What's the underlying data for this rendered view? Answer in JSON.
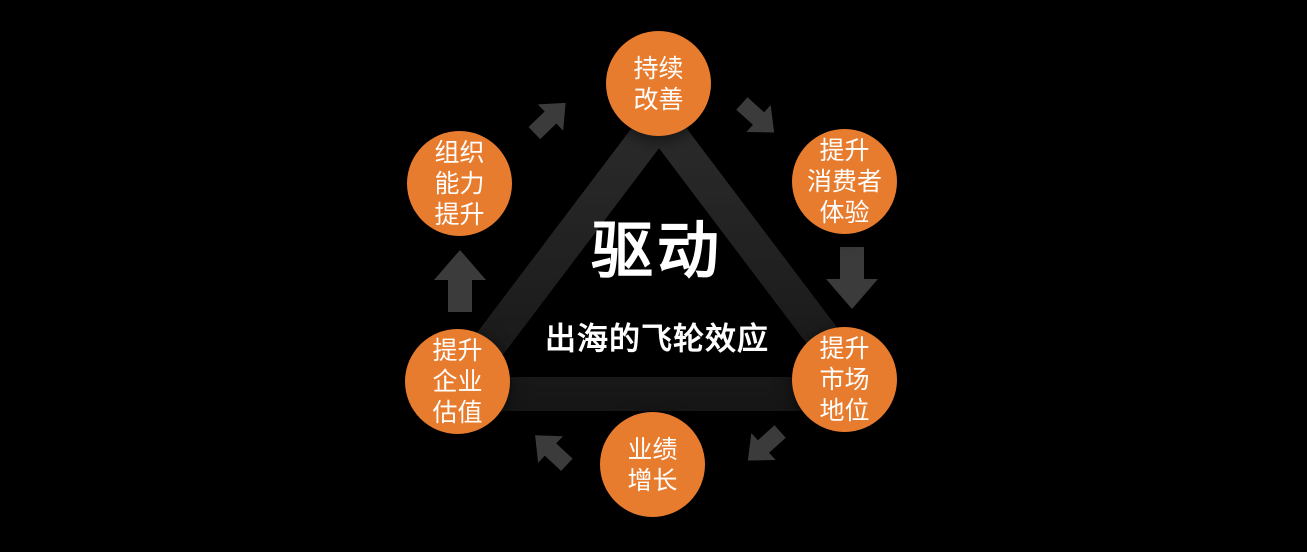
{
  "center": {
    "title": "驱动",
    "subtitle": "出海的飞轮效应"
  },
  "nodes": [
    {
      "id": "continuous-improvement",
      "label": "持续\n改善"
    },
    {
      "id": "consumer-experience",
      "label": "提升\n消费者\n体验"
    },
    {
      "id": "market-position",
      "label": "提升\n市场\n地位"
    },
    {
      "id": "performance-growth",
      "label": "业绩\n增长"
    },
    {
      "id": "enterprise-valuation",
      "label": "提升\n企业\n估值"
    },
    {
      "id": "org-capability",
      "label": "组织\n能力\n提升"
    }
  ],
  "arrows": [
    {
      "icon": "arrow-up-right-icon",
      "direction": "up-right"
    },
    {
      "icon": "arrow-down-right-icon",
      "direction": "down-right"
    },
    {
      "icon": "arrow-down-icon",
      "direction": "down"
    },
    {
      "icon": "arrow-down-left-icon",
      "direction": "down-left"
    },
    {
      "icon": "arrow-up-left-icon",
      "direction": "up-left"
    },
    {
      "icon": "arrow-up-icon",
      "direction": "up"
    }
  ],
  "colors": {
    "background": "#000000",
    "node_fill": "#E87C2E",
    "node_text": "#FFFFFF",
    "triangle_top": "#2C2C2C",
    "triangle_bottom": "#151515",
    "arrow_fill": "#3B3B3B",
    "title_text": "#FFFFFF"
  }
}
